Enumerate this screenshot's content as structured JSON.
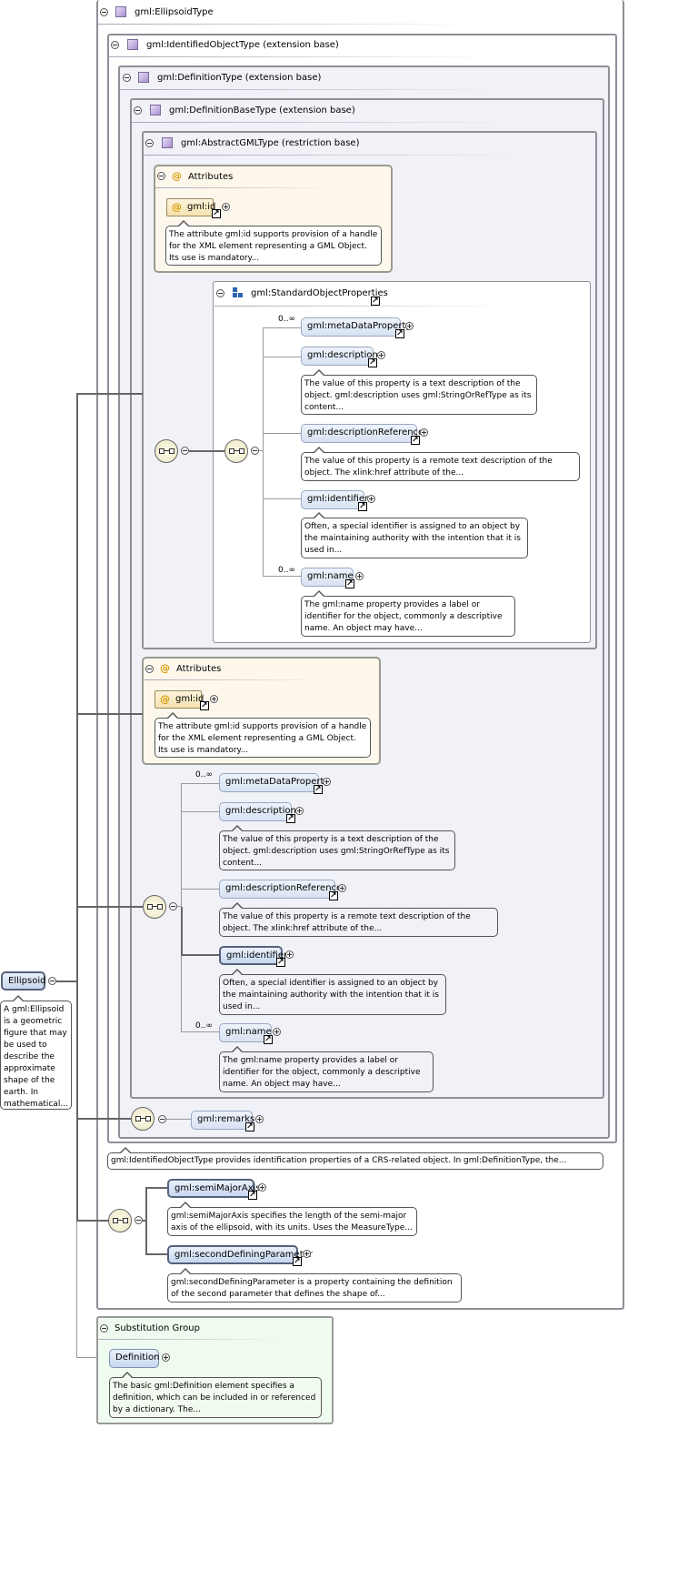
{
  "root": {
    "title": "gml:EllipsoidType",
    "element": "Ellipsoid",
    "element_doc": "A gml:Ellipsoid is a geometric figure that may be used to describe the approximate shape of the earth. In mathematical..."
  },
  "identified": {
    "title": "gml:IdentifiedObjectType (extension base)",
    "doc": "gml:IdentifiedObjectType provides identification properties of a CRS-related object. In gml:DefinitionType, the..."
  },
  "definition_type": {
    "title": "gml:DefinitionType (extension base)"
  },
  "definition_base": {
    "title": "gml:DefinitionBaseType (extension base)"
  },
  "abstract_gml": {
    "title": "gml:AbstractGMLType (restriction base)"
  },
  "attributes_label": "Attributes",
  "gml_id": {
    "name": "gml:id",
    "doc": "The attribute gml:id supports provision of a handle for the XML element representing a GML Object. Its use is mandatory..."
  },
  "std_props": {
    "title": "gml:StandardObjectProperties"
  },
  "cardinality_many": "0..∞",
  "props": {
    "meta": {
      "name": "gml:metaDataProperty"
    },
    "description": {
      "name": "gml:description",
      "doc": "The value of this property is a text description of the object. gml:description uses gml:StringOrRefType as its content..."
    },
    "description_ref": {
      "name": "gml:descriptionReference",
      "doc": "The value of this property is a remote text description of the object. The xlink:href attribute of the..."
    },
    "identifier": {
      "name": "gml:identifier",
      "doc": "Often, a special identifier is assigned to an object by the maintaining authority with the intention that it is used in..."
    },
    "name": {
      "name": "gml:name",
      "doc": "The gml:name property provides a label or identifier for the object, commonly a descriptive name. An object may have..."
    }
  },
  "remarks": {
    "name": "gml:remarks"
  },
  "semi_major": {
    "name": "gml:semiMajorAxis",
    "doc": "gml:semiMajorAxis specifies the length of the semi-major axis of the ellipsoid, with its units. Uses the MeasureType..."
  },
  "second_param": {
    "name": "gml:secondDefiningParameter",
    "doc": "gml:secondDefiningParameter is a property containing the definition of the second parameter that defines the shape of..."
  },
  "substitution": {
    "title": "Substitution Group",
    "element": "Definition",
    "doc": "The basic gml:Definition element specifies a definition, which can be included in or referenced by a dictionary. The..."
  }
}
